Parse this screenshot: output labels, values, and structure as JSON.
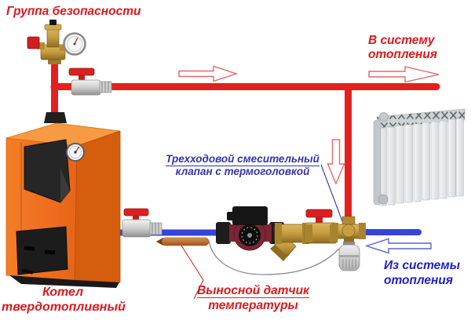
{
  "diagram": {
    "type": "heating-system-piping-scheme",
    "labels": {
      "safety_group": "Группа безопасности",
      "to_system": [
        "В систему",
        "отопления"
      ],
      "mixing_valve": [
        "Трехходовой смесительный",
        "клапан с термоголовкой"
      ],
      "from_system": [
        "Из системы",
        "отопления"
      ],
      "boiler": [
        "Котел",
        "твердотопливный"
      ],
      "sensor": [
        "Выносной датчик",
        "температуры"
      ]
    },
    "colors": {
      "supply_pipe_red": "#e32020",
      "return_pipe_blue": "#3545d6",
      "red_label": "#da1a20",
      "blue_label": "#2020c8",
      "mixing_valve_label": "#3434aa",
      "boiler_orange": "#ef7120",
      "arrow_outline_red": "#e06a6a",
      "arrow_outline_blue": "#5b63c9"
    },
    "components": [
      "solid-fuel-boiler",
      "safety-group-unit",
      "supply-ball-valve",
      "boiler-return-ball-valve",
      "remote-temperature-sensor-bulb",
      "circulation-pump",
      "y-strainer",
      "brass-ball-valve",
      "three-way-mixing-valve",
      "thermostatic-head",
      "radiator"
    ]
  }
}
